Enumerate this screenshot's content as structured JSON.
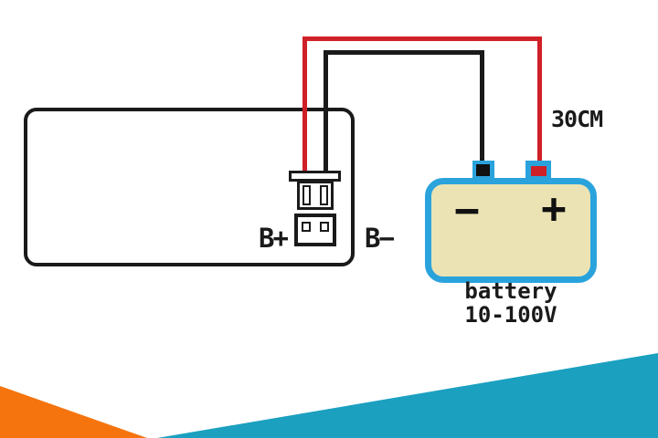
{
  "diagram": {
    "device": {
      "connector": {
        "positive_label": "B+",
        "negative_label": "B−"
      }
    },
    "wires": {
      "length_label": "30CM",
      "positive_color": "#d02027",
      "negative_color": "#1a1a1a"
    },
    "battery": {
      "name_label": "battery",
      "voltage_label": "10-100V",
      "terminal_minus_symbol": "−",
      "terminal_plus_symbol": "+",
      "border_color": "#2aa3dc",
      "fill_color": "#ece3b4"
    },
    "accents": {
      "bottom_left_color": "#f5740e",
      "bottom_right_color": "#1ba0c0"
    },
    "outline_color": "#1a1a1a",
    "background_color": "#ffffff"
  }
}
